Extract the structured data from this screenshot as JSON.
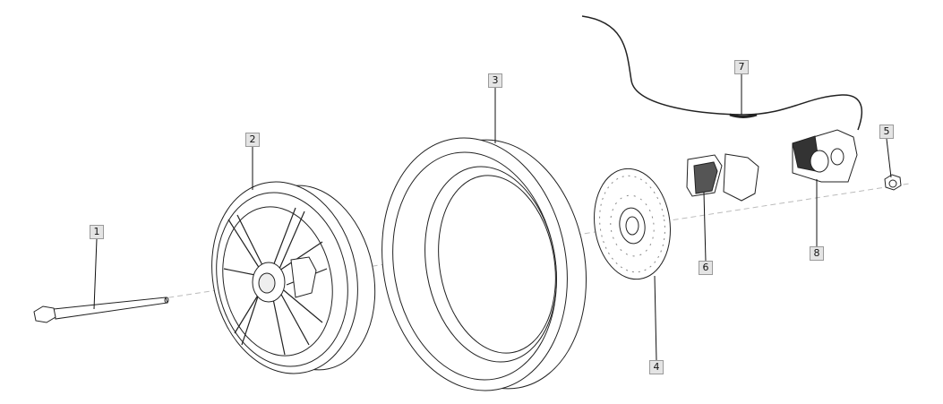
{
  "callouts": [
    {
      "label": "1",
      "part": "axle"
    },
    {
      "label": "2",
      "part": "wheel-rim"
    },
    {
      "label": "3",
      "part": "tire"
    },
    {
      "label": "4",
      "part": "brake-disc"
    },
    {
      "label": "5",
      "part": "nut"
    },
    {
      "label": "6",
      "part": "brake-pads"
    },
    {
      "label": "7",
      "part": "brake-hose"
    },
    {
      "label": "8",
      "part": "brake-caliper"
    }
  ],
  "colors": {
    "line": "#222222",
    "callout_bg": "#e4e4e4",
    "callout_border": "#9a9a9a"
  }
}
